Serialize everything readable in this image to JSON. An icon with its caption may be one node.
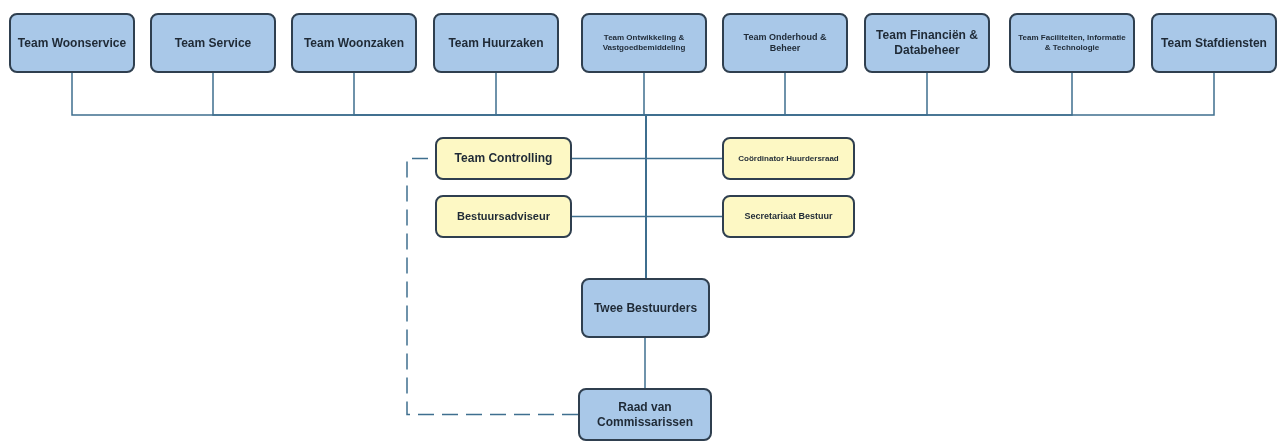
{
  "diagram": {
    "nodes": [
      {
        "text": [
          "Team Woonservice"
        ]
      },
      {
        "text": [
          "Team Service"
        ]
      },
      {
        "text": [
          "Team Woonzaken"
        ]
      },
      {
        "text": [
          "Team Huurzaken"
        ]
      },
      {
        "text": [
          "Team Ontwikkeling & Vastgoedbemiddeling"
        ]
      },
      {
        "text": [
          "Team Onderhoud & Beheer"
        ]
      },
      {
        "text": [
          "Team Financiën & Databeheer"
        ]
      },
      {
        "text": [
          "Team Faciliteiten, Informatie & Technologie"
        ]
      },
      {
        "text": [
          "Team Stafdiensten"
        ]
      },
      {
        "text": [
          "Team Controlling"
        ]
      },
      {
        "text": [
          "Coördinator Huurdersraad"
        ]
      },
      {
        "text": [
          "Bestuursadviseur"
        ]
      },
      {
        "text": [
          "Secretariaat Bestuur"
        ]
      },
      {
        "text": [
          "Twee Bestuurders"
        ]
      },
      {
        "text": [
          "Raad van Commissarissen"
        ]
      }
    ],
    "edges": [
      {
        "from": 13,
        "to": 0,
        "arrow": "none"
      },
      {
        "from": 13,
        "to": 1,
        "arrow": "none"
      },
      {
        "from": 13,
        "to": 2,
        "arrow": "none"
      },
      {
        "from": 13,
        "to": 3,
        "arrow": "none"
      },
      {
        "from": 13,
        "to": 4,
        "arrow": "none"
      },
      {
        "from": 13,
        "to": 5,
        "arrow": "none"
      },
      {
        "from": 13,
        "to": 6,
        "arrow": "none"
      },
      {
        "from": 13,
        "to": 7,
        "arrow": "none"
      },
      {
        "from": 13,
        "to": 8,
        "arrow": "none"
      },
      {
        "from": 13,
        "to": 9,
        "arrow": "none"
      },
      {
        "from": 13,
        "to": 10,
        "arrow": "none"
      },
      {
        "from": 13,
        "to": 11,
        "arrow": "none"
      },
      {
        "from": 13,
        "to": 12,
        "arrow": "none"
      },
      {
        "from": 14,
        "to": 13,
        "arrow": "none"
      },
      {
        "from": 14,
        "to": 9,
        "arrow": "none",
        "style": "dashed"
      }
    ]
  }
}
